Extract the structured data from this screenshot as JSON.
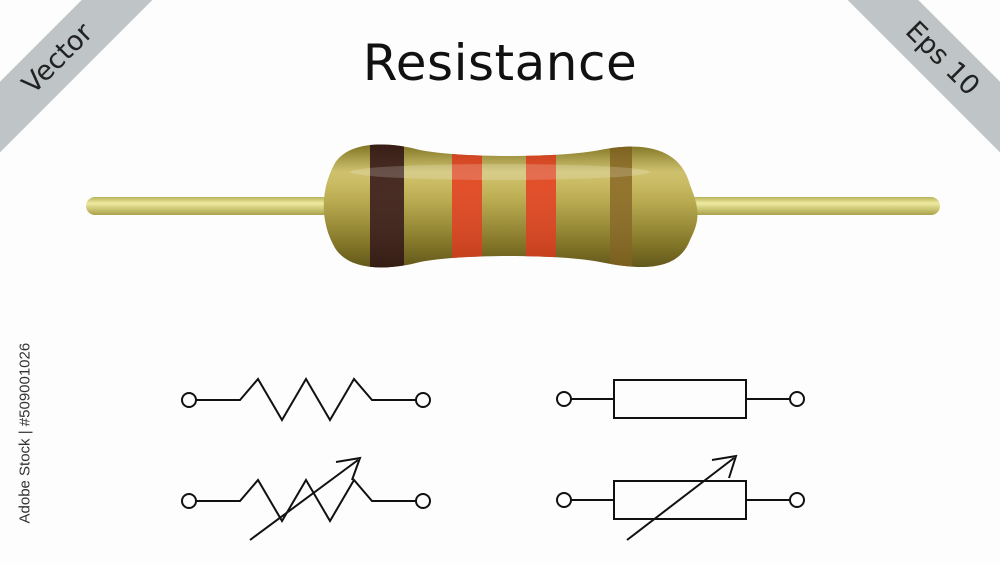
{
  "title": "Resistance",
  "badges": {
    "left": "Vector",
    "right": "Eps 10"
  },
  "stock_id": "Adobe Stock | #509001026",
  "colors": {
    "body": "#b5a33c",
    "lead": "#d8d27a",
    "band1": "#3a1c12",
    "band2": "#e0421a",
    "band3": "#e0421a",
    "band4": "#8a6a1e",
    "symbol_stroke": "#111111"
  },
  "symbols": [
    {
      "type": "zigzag-resistor"
    },
    {
      "type": "box-resistor"
    },
    {
      "type": "zigzag-variable-resistor"
    },
    {
      "type": "box-variable-resistor"
    }
  ]
}
